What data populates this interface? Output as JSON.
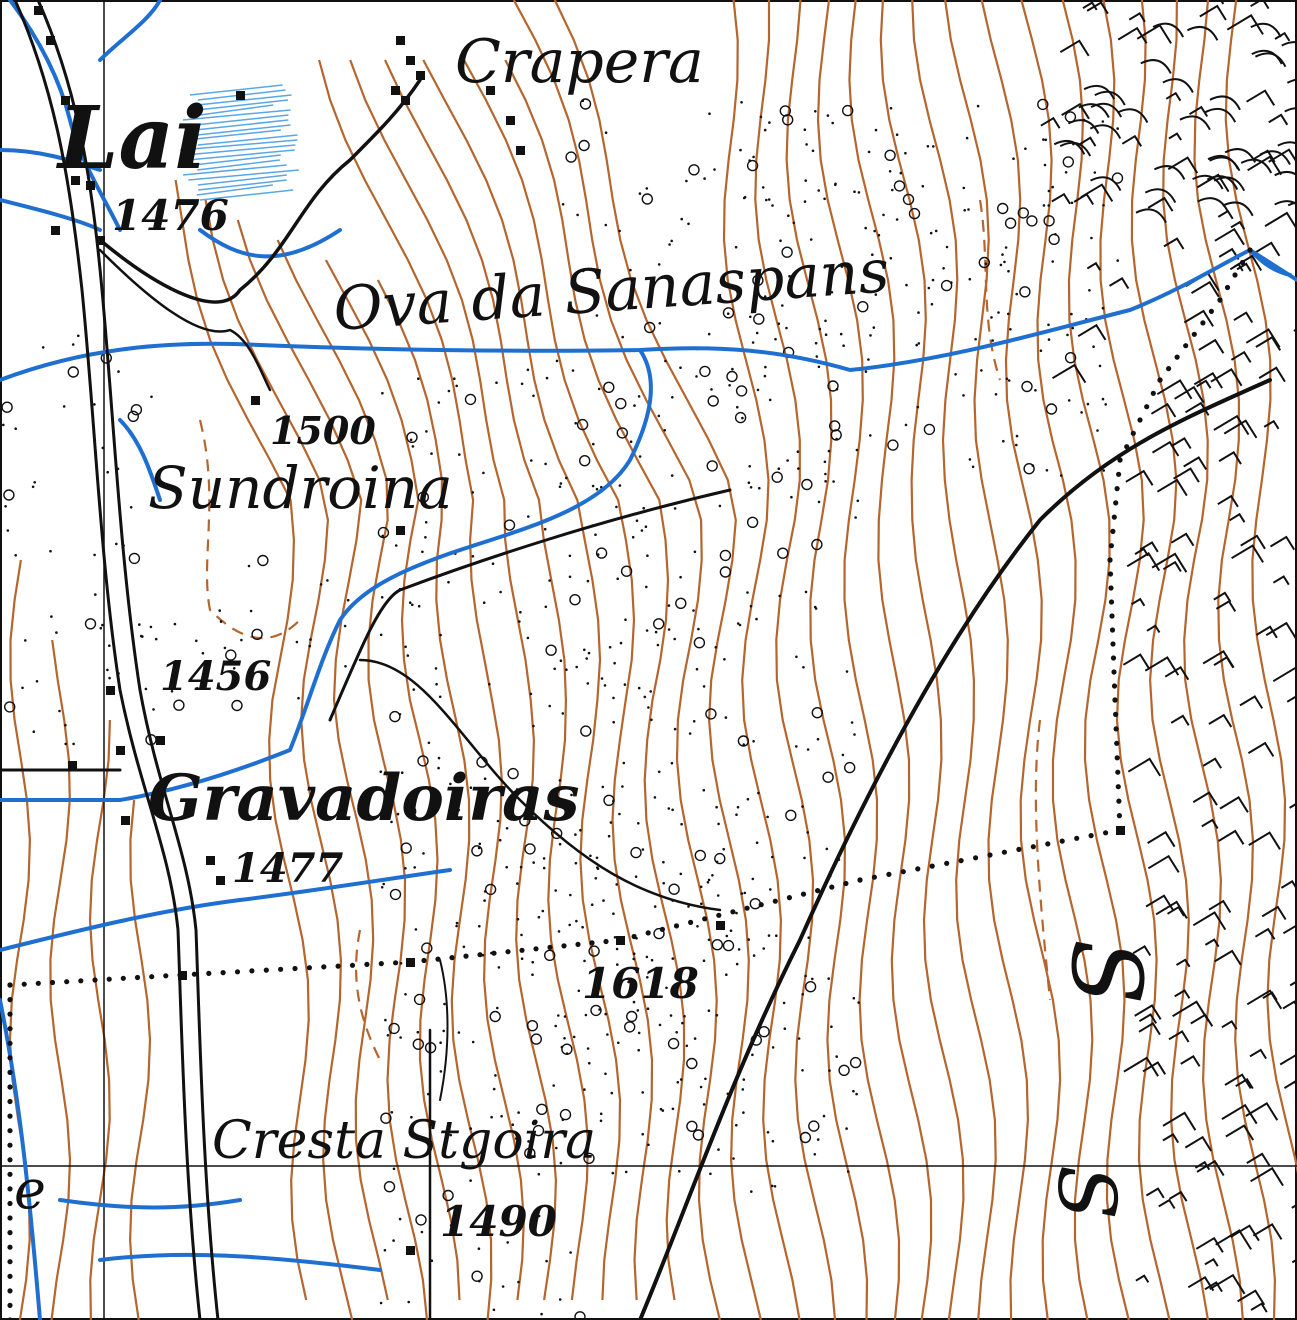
{
  "map": {
    "colors": {
      "paper": "#ffffff",
      "contour": "#b5652e",
      "water": "#1f6fd1",
      "ink": "#111111",
      "marsh": "#5aa7e6"
    },
    "place_names": {
      "crapera": "Crapera",
      "lai": "Lai",
      "ova_da_sanaspans": "Ova da Sanaspans",
      "sundroina": "Sundroina",
      "gravadoiras": "Gravadoiras",
      "cresta_stgoira": "Cresta Stgoira"
    },
    "elevations": {
      "e1476": "1476",
      "e1500": "1500",
      "e1456": "1456",
      "e1477": "1477",
      "e1618": "1618",
      "e1490": "1490"
    },
    "fragments": {
      "left_edge": "e",
      "right_glyph_a": "S",
      "right_glyph_b": "S"
    }
  }
}
